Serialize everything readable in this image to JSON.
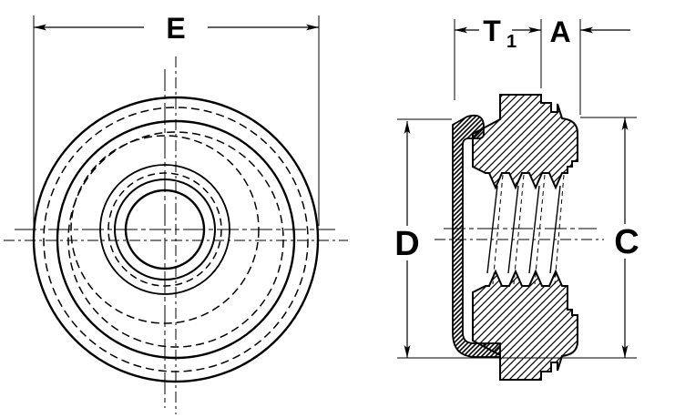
{
  "page": {
    "background_color": "#ffffff",
    "line_color": "#000000"
  },
  "drawing": {
    "type": "two-view mechanical part drawing (floating clinch nut): front view and cross-section",
    "labels": {
      "overall_diameter_e": "E",
      "t1_main": "T",
      "t1_sub": "1",
      "shank_a": "A",
      "retainer_diameter_d": "D",
      "flange_diameter_c": "C"
    }
  }
}
